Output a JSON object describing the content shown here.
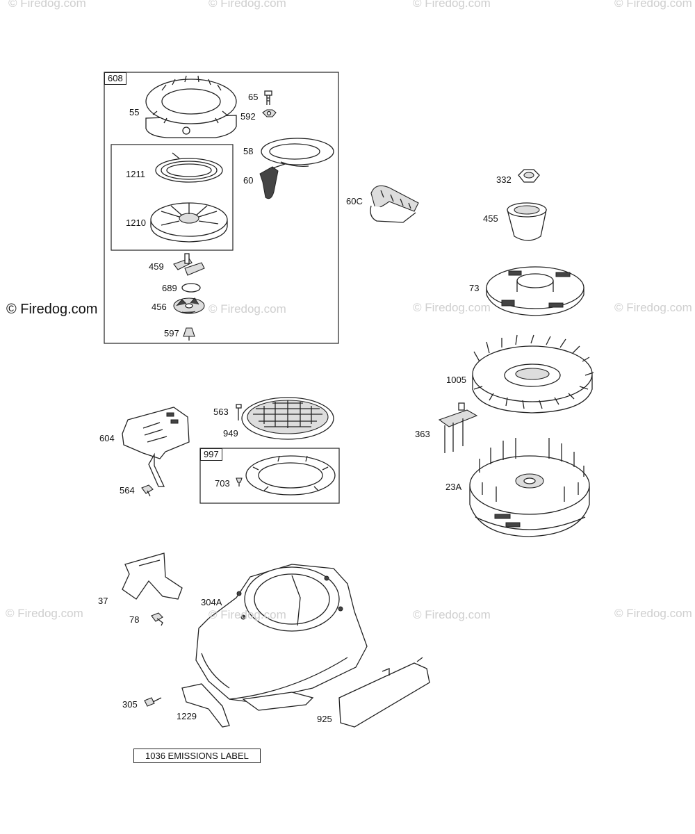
{
  "watermark": {
    "text": "© Firedog.com",
    "primary_text": "© Firedog.com"
  },
  "groups": {
    "g608": "608",
    "g997": "997"
  },
  "emissions_label": "1036 EMISSIONS LABEL",
  "parts": {
    "p55": "55",
    "p65": "65",
    "p592": "592",
    "p58": "58",
    "p60": "60",
    "p1211": "1211",
    "p1210": "1210",
    "p459": "459",
    "p689": "689",
    "p456": "456",
    "p597": "597",
    "p60c": "60C",
    "p332": "332",
    "p455": "455",
    "p73": "73",
    "p1005": "1005",
    "p363": "363",
    "p23a": "23A",
    "p563": "563",
    "p949": "949",
    "p604": "604",
    "p703": "703",
    "p564": "564",
    "p37": "37",
    "p78": "78",
    "p304a": "304A",
    "p305": "305",
    "p1229": "1229",
    "p925": "925"
  }
}
